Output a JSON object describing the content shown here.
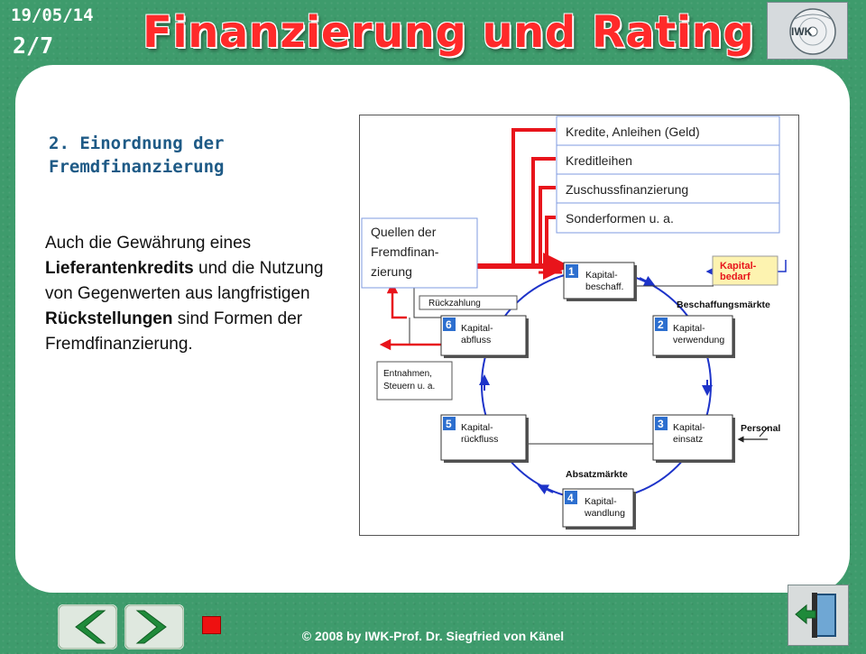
{
  "header": {
    "date": "19/05/14",
    "slide_number": "2/7",
    "title": "Finanzierung und Rating",
    "logo_text": "IWK"
  },
  "content": {
    "heading": "2. Einordnung der\nFremdfinanzierung",
    "body_parts": [
      {
        "text": "Auch die Gewährung eines ",
        "bold": false
      },
      {
        "text": "Lieferantenkredits",
        "bold": true
      },
      {
        "text": " und die Nutzung von Gegenwerten aus langfristigen ",
        "bold": false
      },
      {
        "text": "Rückstellungen",
        "bold": true
      },
      {
        "text": " sind Formen der Fremdfinanzierung.",
        "bold": false
      }
    ]
  },
  "diagram": {
    "sources_list": [
      "Kredite, Anleihen (Geld)",
      "Kreditleihen",
      "Zuschussfinanzierung",
      "Sonderformen u. a."
    ],
    "sources_label": "Quellen der\nFremdfinan-\nzierung",
    "nodes": [
      {
        "num": "1",
        "label": "Kapital-\nbeschaff."
      },
      {
        "num": "2",
        "label": "Kapital-\nverwendung"
      },
      {
        "num": "3",
        "label": "Kapital-\neinsatz"
      },
      {
        "num": "4",
        "label": "Kapital-\nwandlung"
      },
      {
        "num": "5",
        "label": "Kapital-\nrückfluss"
      },
      {
        "num": "6",
        "label": "Kapital-\nabfluss"
      }
    ],
    "kapitalbedarf": "Kapital-\nbedarf",
    "beschaffungsmaerkte": "Beschaffungsmärkte",
    "personal": "Personal",
    "absatzmaerkte": "Absatzmärkte",
    "rueckzahlung": "Rückzahlung",
    "entnahmen": "Entnahmen,\nSteuern u. a.",
    "colors": {
      "accent": "#e8141b",
      "blue": "#1d33c9",
      "kapitalbedarf_bg": "#fdf3b0"
    }
  },
  "footer": {
    "copyright": "© 2008 by IWK-Prof. Dr. Siegfried von Känel"
  }
}
